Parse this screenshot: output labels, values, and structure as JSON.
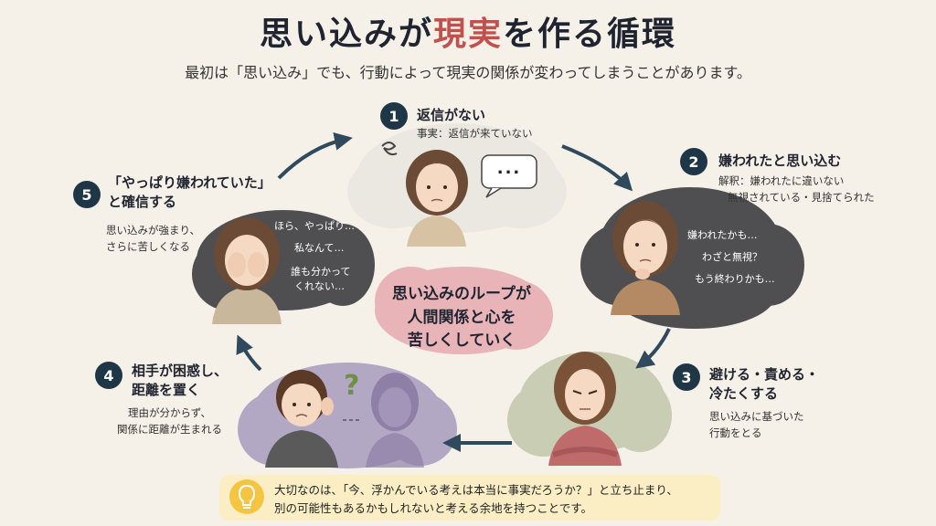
{
  "title": {
    "before": "思い込みが",
    "highlight": "現実",
    "after": "を作る循環"
  },
  "subtitle": "最初は「思い込み」でも、行動によって現実の関係が変わってしまうことがあります。",
  "steps": [
    {
      "number": "1",
      "title": "返信がない",
      "text": "事実：返信が来ていない",
      "bubble": "..."
    },
    {
      "number": "2",
      "title": "嫌われたと思い込む",
      "text_line1": "解釈：嫌われたに違いない",
      "text_line2": "無視されている・見捨てられた",
      "thoughts": [
        "嫌われたかも…",
        "わざと無視？",
        "もう終わりかも…"
      ]
    },
    {
      "number": "3",
      "title_line1": "避ける・責める・",
      "title_line2": "冷たくする",
      "text_line1": "思い込みに基づいた",
      "text_line2": "行動をとる"
    },
    {
      "number": "4",
      "title_line1": "相手が困惑し、",
      "title_line2": "距離を置く",
      "text_line1": "理由が分からず、",
      "text_line2": "関係に距離が生まれる",
      "mark": "?"
    },
    {
      "number": "5",
      "title_line1": "「やっぱり嫌われていた」",
      "title_line2": "と確信する",
      "text_line1": "思い込みが強まり、",
      "text_line2": "さらに苦しくなる",
      "thoughts": [
        "ほら、やっぱり…",
        "私なんて…",
        "誰も分かって",
        "くれない…"
      ]
    }
  ],
  "center": {
    "line1": "思い込みのループが",
    "line2": "人間関係と心を",
    "line3": "苦しくしていく"
  },
  "tip": {
    "line1": "大切なのは、「今、浮かんでいる考えは本当に事実だろうか？」と立ち止まり、",
    "line2": "別の可能性もあるかもしれないと考える余地を持つことです。",
    "icon": "lightbulb-icon"
  },
  "colors": {
    "accent": "#c0524e",
    "badge": "#1f3646",
    "arrow": "#2f4a5c",
    "tip_bg": "#fbeec4",
    "center_blob": "#e8b4b8"
  }
}
